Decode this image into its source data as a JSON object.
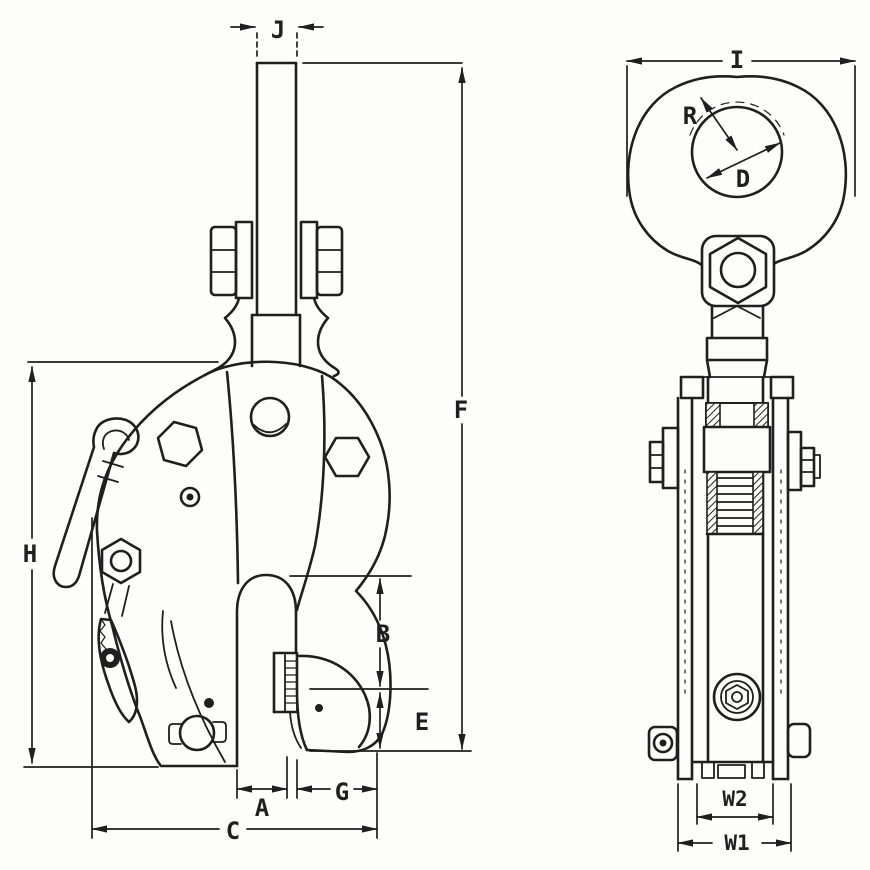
{
  "drawing": {
    "background_color": "#fdfdfc",
    "ink_color": "#1f1f1f",
    "description": "Two-view technical line drawing of a vertical plate lifting clamp with dimension callouts",
    "views": {
      "side_view": {
        "dimension_labels": {
          "J": "J",
          "F": "F",
          "H": "H",
          "B": "B",
          "E": "E",
          "A": "A",
          "G": "G",
          "C": "C"
        }
      },
      "front_view": {
        "dimension_labels": {
          "I": "I",
          "R": "R",
          "D": "D",
          "W2": "W2",
          "W1": "W1"
        }
      }
    }
  }
}
